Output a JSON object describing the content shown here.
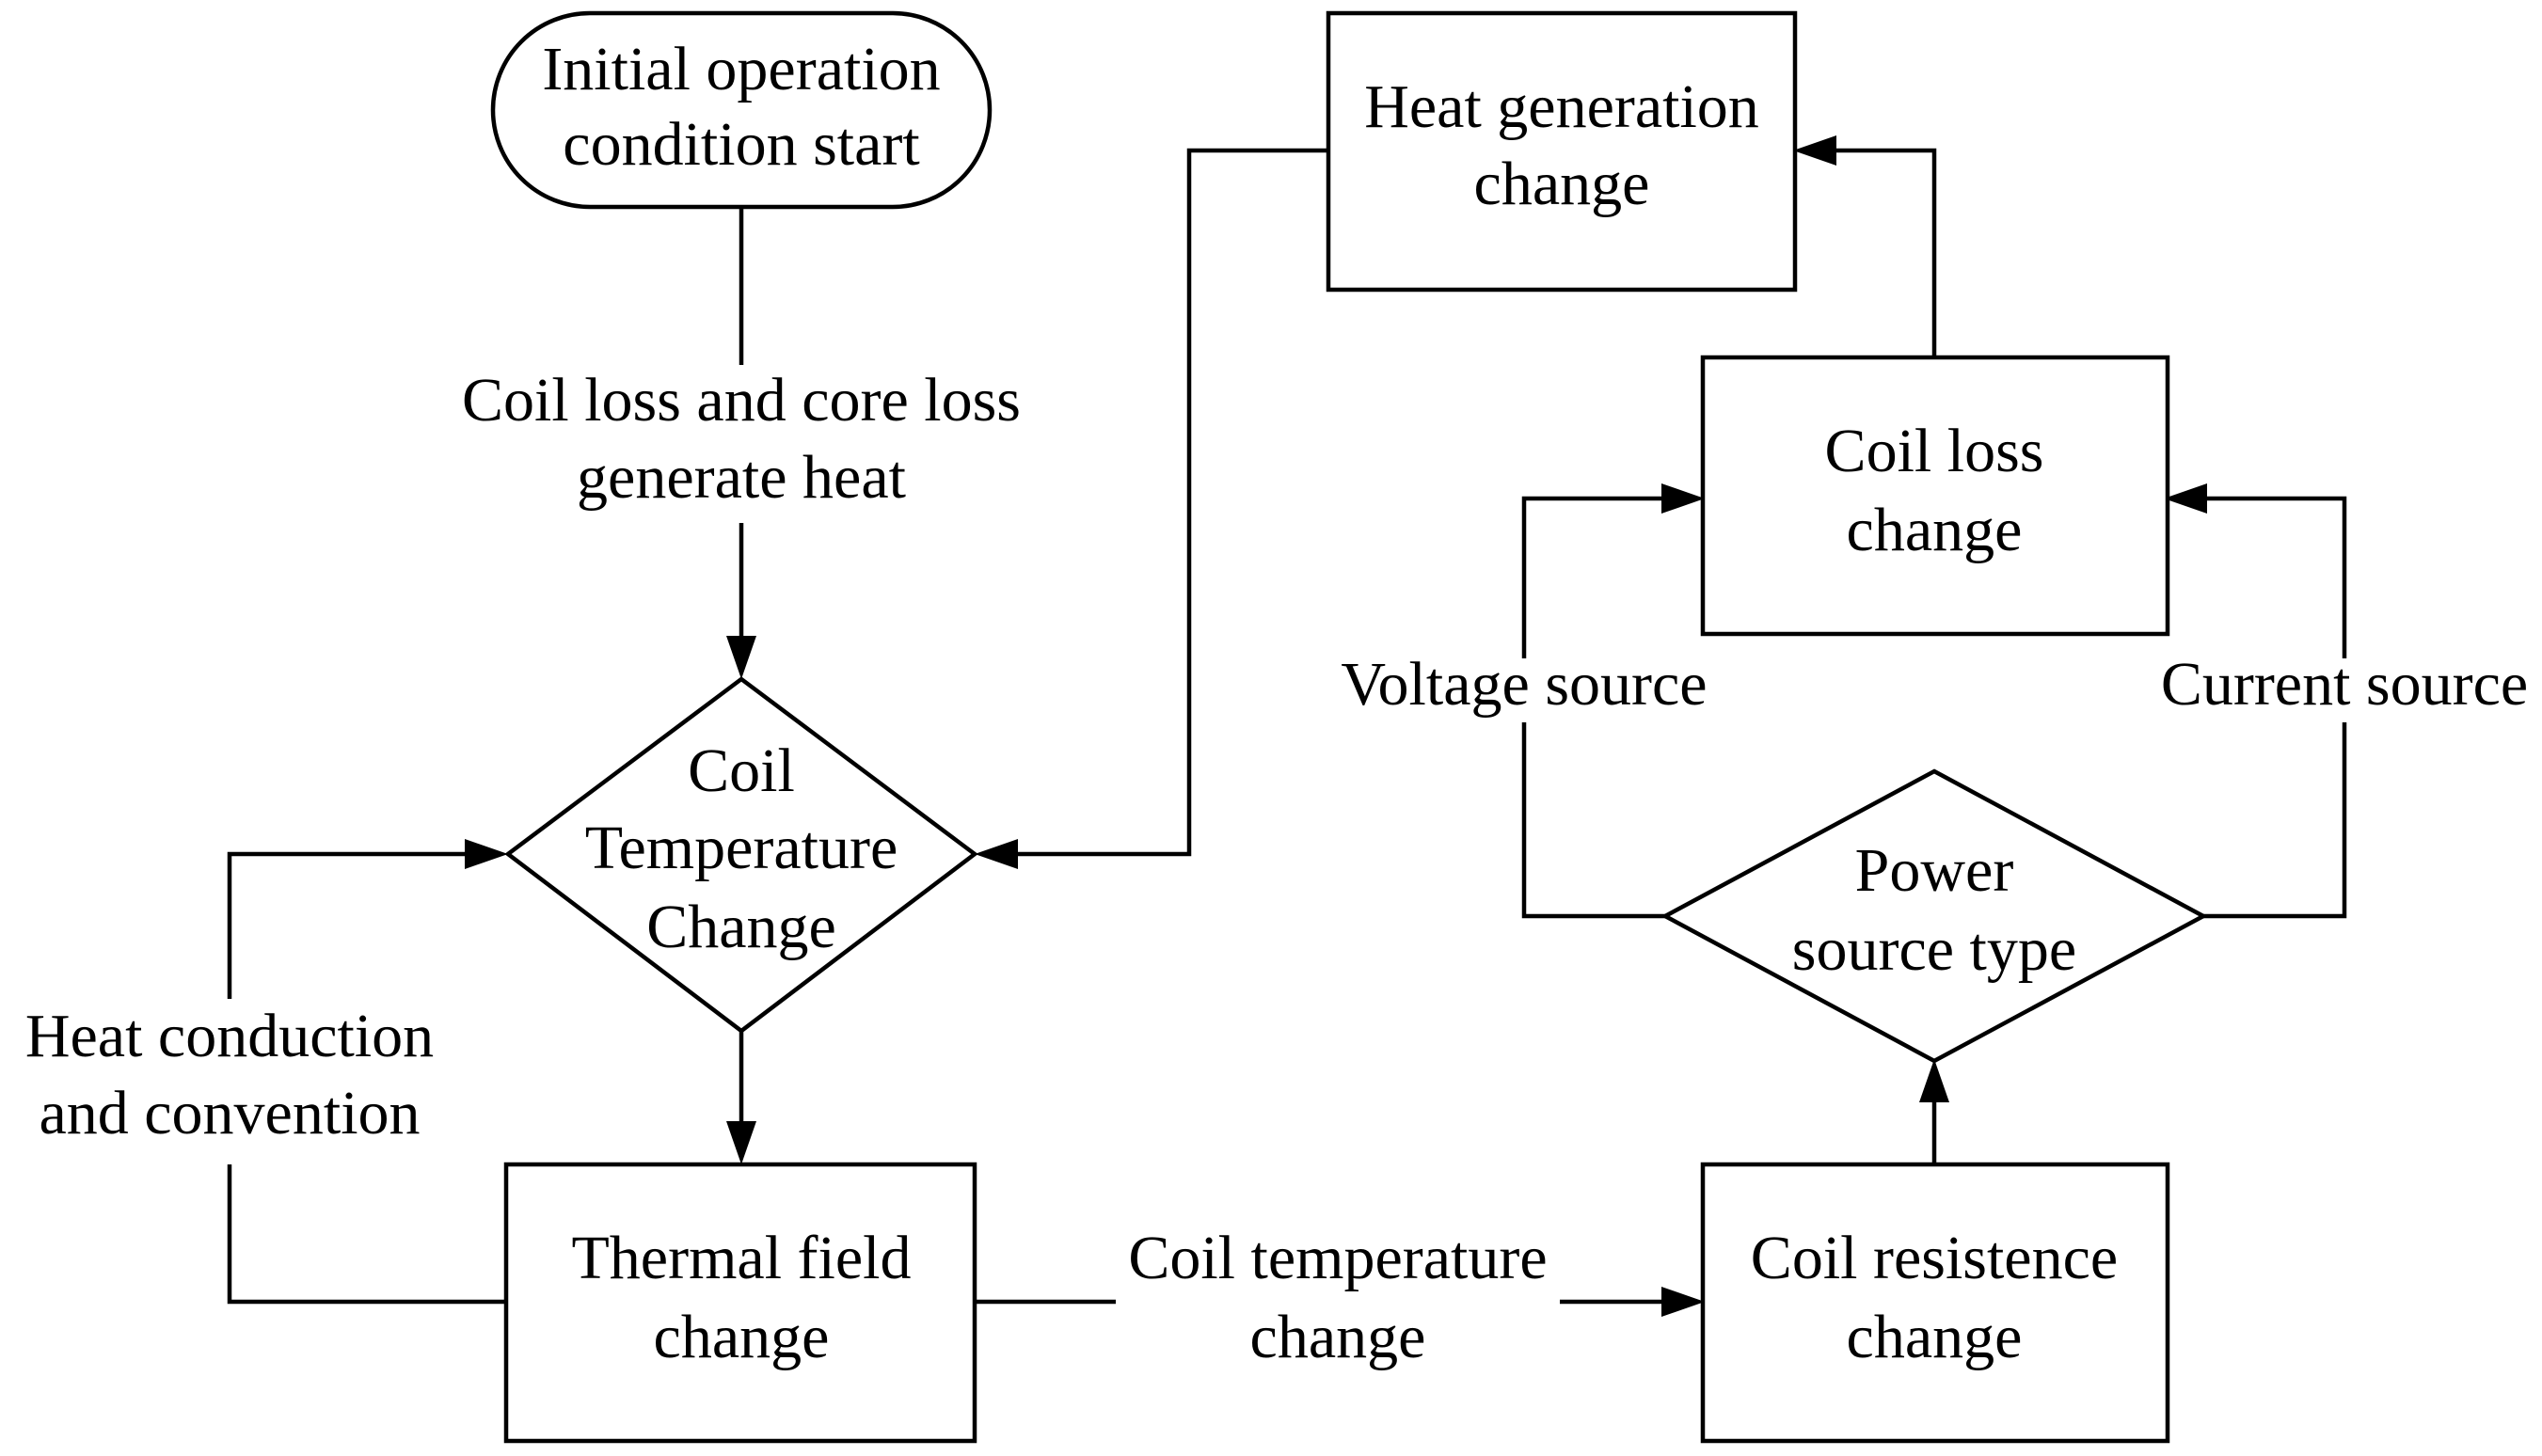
{
  "nodes": {
    "start": {
      "shape": "terminal",
      "lines": [
        "Initial operation",
        "condition start"
      ]
    },
    "coil_temp": {
      "shape": "decision",
      "lines": [
        "Coil",
        "Temperature",
        "Change"
      ]
    },
    "thermal_field": {
      "shape": "process",
      "lines": [
        "Thermal field",
        "change"
      ]
    },
    "heat_gen": {
      "shape": "process",
      "lines": [
        "Heat generation",
        "change"
      ]
    },
    "coil_loss": {
      "shape": "process",
      "lines": [
        "Coil loss",
        "change"
      ]
    },
    "power_source": {
      "shape": "decision",
      "lines": [
        "Power",
        "source type"
      ]
    },
    "coil_resistance": {
      "shape": "process",
      "lines": [
        "Coil resistence",
        "change"
      ]
    }
  },
  "edge_labels": {
    "start_to_temp": [
      "Coil loss and core loss",
      "generate heat"
    ],
    "thermal_feedback": [
      "Heat conduction",
      "and convention"
    ],
    "thermal_to_resistance": [
      "Coil temperature",
      "change"
    ],
    "voltage_branch": [
      "Voltage source"
    ],
    "current_branch": [
      "Current source"
    ]
  }
}
